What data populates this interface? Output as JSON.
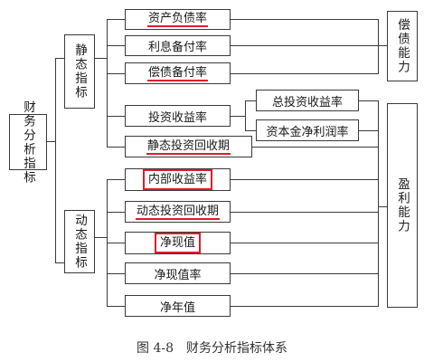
{
  "root": "财务分析指标",
  "group_static": "静态指标",
  "group_dynamic": "动态指标",
  "static_items": [
    "资产负债率",
    "利息备付率",
    "偿债备付率",
    "投资收益率",
    "静态投资回收期"
  ],
  "sub_items": [
    "总投资收益率",
    "资本金净利润率"
  ],
  "dynamic_items": [
    "内部收益率",
    "动态投资回收期",
    "净现值",
    "净现值率",
    "净年值"
  ],
  "right_solvency": "偿债能力",
  "right_profit": "盈利能力",
  "caption": "图 4-8　财务分析指标体系"
}
